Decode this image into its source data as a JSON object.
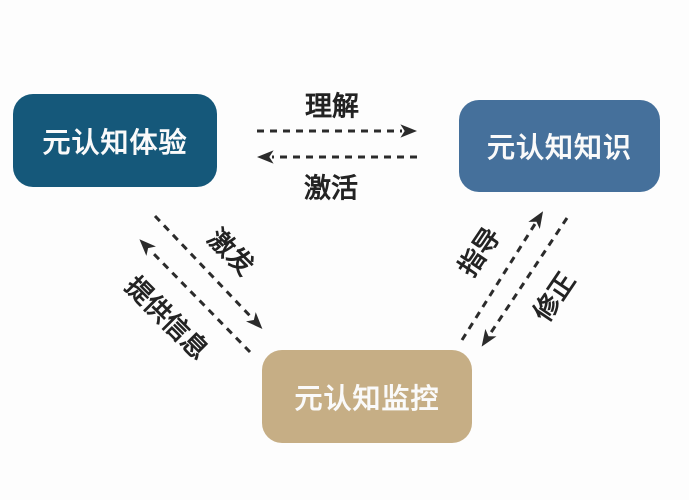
{
  "diagram": {
    "title": "metacognition-relationship-diagram",
    "background_color": "#fdfdfd",
    "arrow_color": "#2b2b2b",
    "nodes": [
      {
        "id": "experience",
        "label": "元认知体验",
        "color": "#15587a",
        "text_color": "#fafafa"
      },
      {
        "id": "knowledge",
        "label": "元认知知识",
        "color": "#45709b",
        "text_color": "#fafafa"
      },
      {
        "id": "monitoring",
        "label": "元认知监控",
        "color": "#c6ae85",
        "text_color": "#fafafa"
      }
    ],
    "edges": [
      {
        "label": "理解",
        "from": "experience",
        "to": "knowledge",
        "style": "dashed"
      },
      {
        "label": "激活",
        "from": "knowledge",
        "to": "experience",
        "style": "dashed"
      },
      {
        "label": "激发",
        "from": "experience",
        "to": "monitoring",
        "style": "dashed"
      },
      {
        "label": "提供信息",
        "from": "monitoring",
        "to": "experience",
        "style": "dashed"
      },
      {
        "label": "指导",
        "from": "monitoring",
        "to": "knowledge",
        "style": "dashed"
      },
      {
        "label": "修正",
        "from": "knowledge",
        "to": "monitoring",
        "style": "dashed"
      }
    ]
  }
}
